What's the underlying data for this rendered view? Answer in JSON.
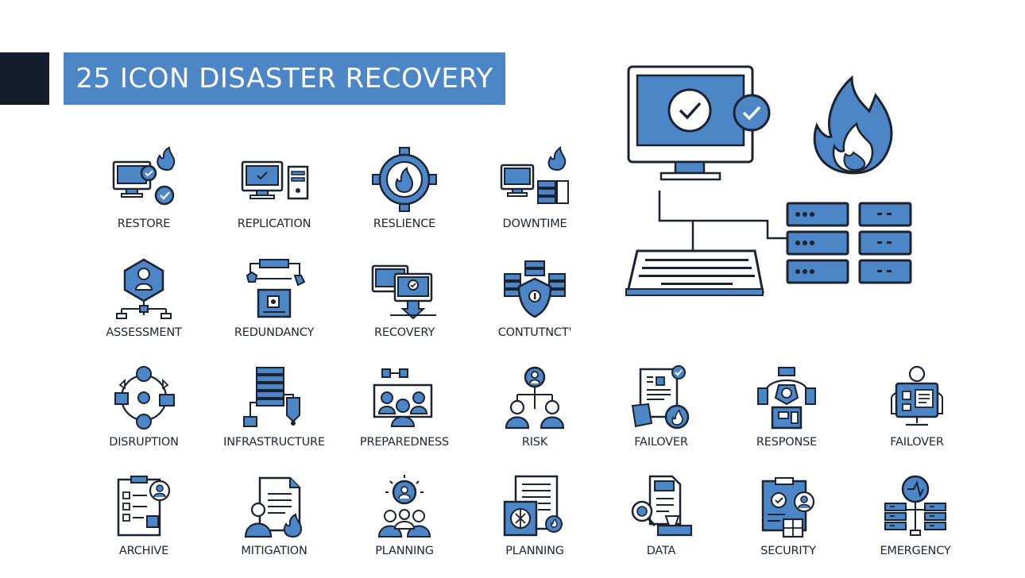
{
  "title": "25 ICON DISASTER RECOVERY",
  "colors": {
    "accent": "#4d86c6",
    "stroke": "#1b2230",
    "dark": "#131c2b"
  },
  "hero": {
    "icons": [
      "monitor-check-icon",
      "flame-icon",
      "keyboard-icon",
      "server-rack-icon"
    ]
  },
  "icons": [
    {
      "label": "RESTORE",
      "icon": "restore-icon"
    },
    {
      "label": "REPLICATION",
      "icon": "replication-icon"
    },
    {
      "label": "RESLIENCE",
      "icon": "resilience-icon"
    },
    {
      "label": "DOWNTIME",
      "icon": "downtime-icon"
    },
    {
      "label": "ASSESSMENT",
      "icon": "assessment-icon"
    },
    {
      "label": "REDUNDANCY",
      "icon": "redundancy-icon"
    },
    {
      "label": "RECOVERY",
      "icon": "recovery-icon"
    },
    {
      "label": "CONTUTNCT'",
      "icon": "continuity-icon"
    },
    {
      "label": "DISRUPTION",
      "icon": "disruption-icon"
    },
    {
      "label": "INFRASTRUCTURE",
      "icon": "infrastructure-icon"
    },
    {
      "label": "PREPAREDNESS",
      "icon": "preparedness-icon"
    },
    {
      "label": "RISK",
      "icon": "risk-icon"
    },
    {
      "label": "FAILOVER",
      "icon": "failover-icon"
    },
    {
      "label": "RESPONSE",
      "icon": "response-icon"
    },
    {
      "label": "FAILOVER",
      "icon": "failover-person-icon"
    },
    {
      "label": "ARCHIVE",
      "icon": "archive-icon"
    },
    {
      "label": "MITIGATION",
      "icon": "mitigation-icon"
    },
    {
      "label": "PLANNING",
      "icon": "planning-team-icon"
    },
    {
      "label": "PLANNING",
      "icon": "planning-document-icon"
    },
    {
      "label": "DATA",
      "icon": "data-icon"
    },
    {
      "label": "SECURITY",
      "icon": "security-icon"
    },
    {
      "label": "EMERGENCY",
      "icon": "emergency-icon"
    }
  ]
}
